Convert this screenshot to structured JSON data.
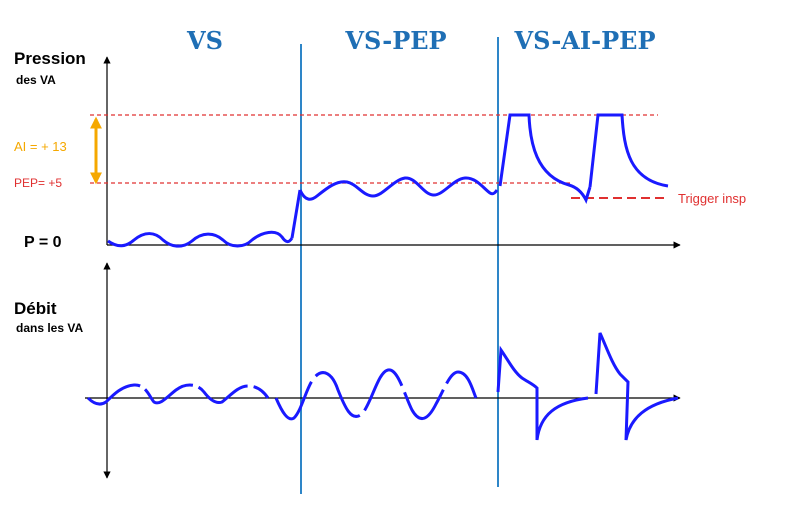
{
  "modes": [
    "VS",
    "VS-PEP",
    "VS-AI-PEP"
  ],
  "pressure_axis": {
    "title": "Pression",
    "subtitle": "des VA",
    "zero_label": "P = 0"
  },
  "flow_axis": {
    "title": "Débit",
    "subtitle": "dans les VA"
  },
  "annotations": {
    "ai_label": "AI = + 13",
    "pep_label": "PEP=  +5",
    "trigger_label": "Trigger insp"
  },
  "colors": {
    "mode_label": "#1f6fb5",
    "divider": "#2e86c8",
    "waveform": "#1a1aff",
    "reference_line": "#e03030",
    "ai_arrow": "#f5a800",
    "ai_label": "#f5a800",
    "pep_label": "#e03030",
    "trigger_label": "#e03030",
    "axis": "#000000"
  }
}
